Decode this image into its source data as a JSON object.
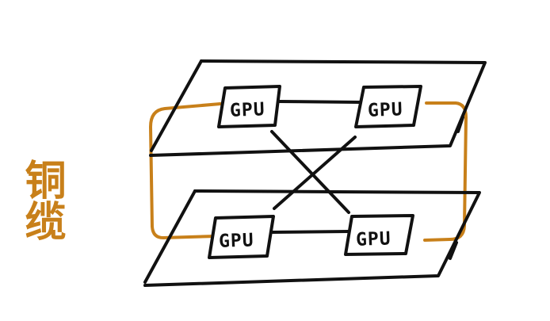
{
  "cable_label": "铜缆",
  "gpus": [
    {
      "label": "GPU"
    },
    {
      "label": "GPU"
    },
    {
      "label": "GPU"
    },
    {
      "label": "GPU"
    }
  ],
  "colors": {
    "ink": "#111111",
    "cable": "#C8801A",
    "background": "#ffffff"
  }
}
